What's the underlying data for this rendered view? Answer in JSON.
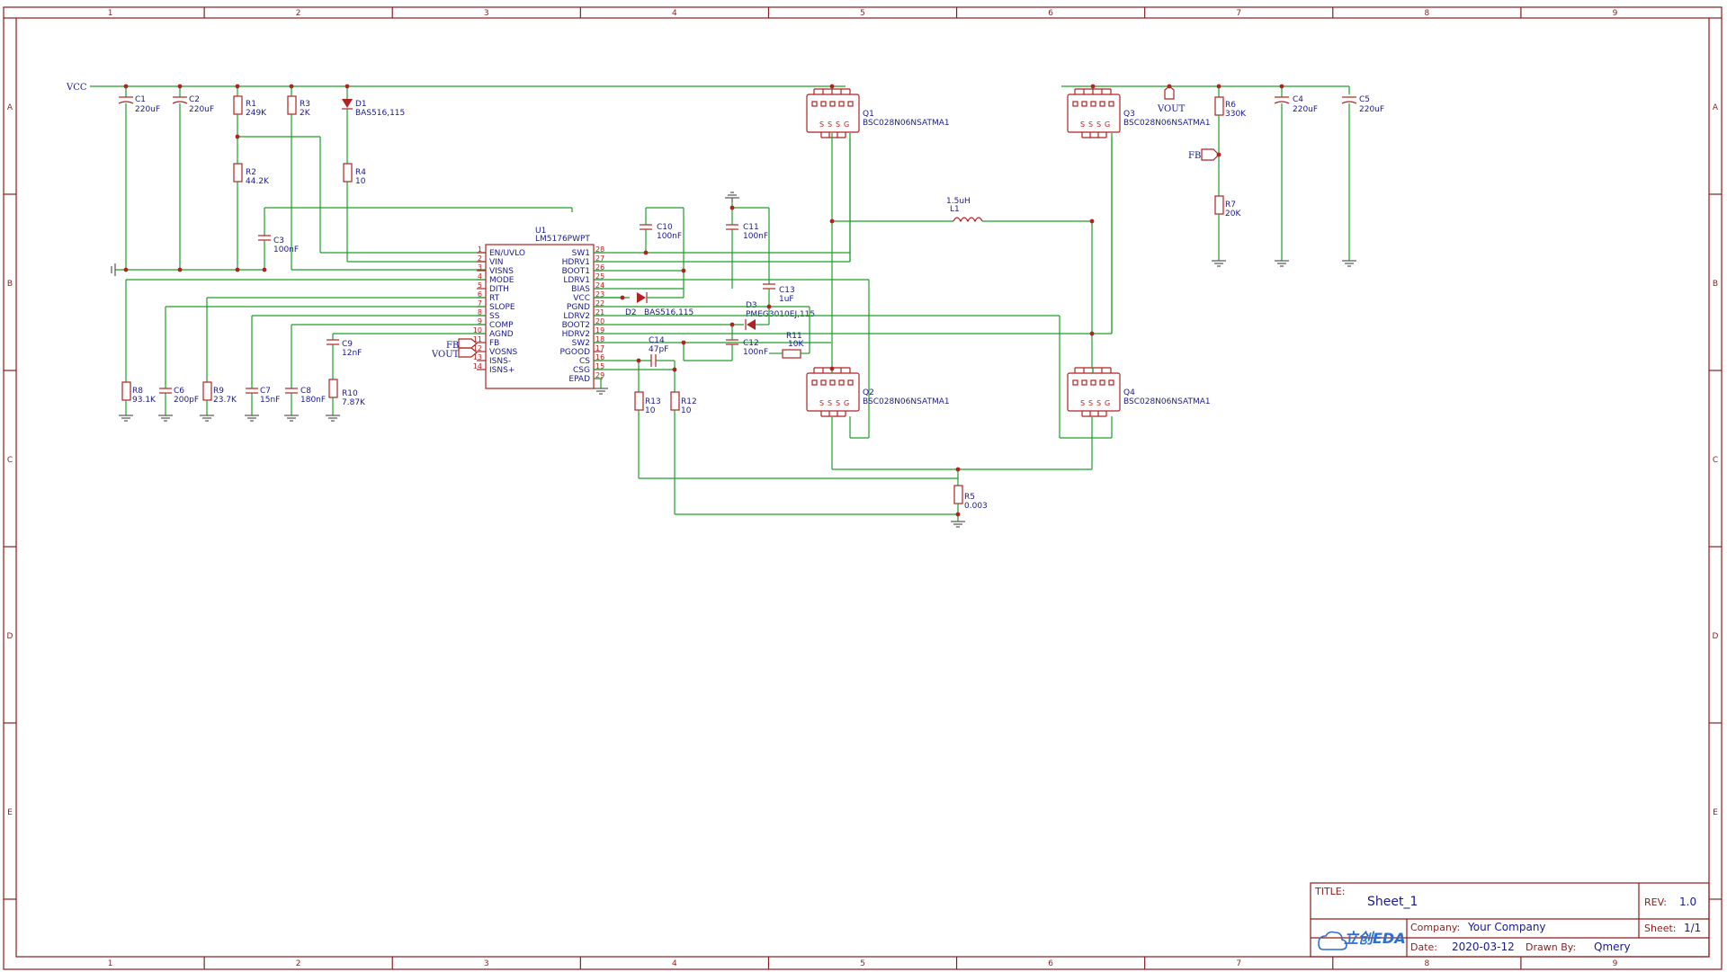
{
  "sheet": {
    "columns": [
      "1",
      "2",
      "3",
      "4",
      "5",
      "6",
      "7",
      "8",
      "9"
    ],
    "rows": [
      "A",
      "B",
      "C",
      "D",
      "E"
    ]
  },
  "title_block": {
    "title_label": "TITLE:",
    "title_value": "Sheet_1",
    "rev_label": "REV:",
    "rev_value": "1.0",
    "company_label": "Company:",
    "company_value": "Your Company",
    "sheet_label": "Sheet:",
    "sheet_value": "1/1",
    "date_label": "Date:",
    "date_value": "2020-03-12",
    "drawn_label": "Drawn By:",
    "drawn_value": "Qmery",
    "logo_text": "立创EDA"
  },
  "net_labels": {
    "vcc": "VCC",
    "vout_top": "VOUT",
    "fb_right": "FB",
    "fb_ic": "FB",
    "vout_ic": "VOUT"
  },
  "ic": {
    "ref": "U1",
    "part": "LM5176PWPT",
    "left_pins": [
      {
        "num": "1",
        "name": "EN/UVLO"
      },
      {
        "num": "2",
        "name": "VIN"
      },
      {
        "num": "3",
        "name": "VISNS"
      },
      {
        "num": "4",
        "name": "MODE"
      },
      {
        "num": "5",
        "name": "DITH"
      },
      {
        "num": "6",
        "name": "RT"
      },
      {
        "num": "7",
        "name": "SLOPE"
      },
      {
        "num": "8",
        "name": "SS"
      },
      {
        "num": "9",
        "name": "COMP"
      },
      {
        "num": "10",
        "name": "AGND"
      },
      {
        "num": "11",
        "name": "FB"
      },
      {
        "num": "12",
        "name": "VOSNS"
      },
      {
        "num": "13",
        "name": "ISNS-"
      },
      {
        "num": "14",
        "name": "ISNS+"
      }
    ],
    "right_pins": [
      {
        "num": "28",
        "name": "SW1"
      },
      {
        "num": "27",
        "name": "HDRV1"
      },
      {
        "num": "26",
        "name": "BOOT1"
      },
      {
        "num": "25",
        "name": "LDRV1"
      },
      {
        "num": "24",
        "name": "BIAS"
      },
      {
        "num": "23",
        "name": "VCC"
      },
      {
        "num": "22",
        "name": "PGND"
      },
      {
        "num": "21",
        "name": "LDRV2"
      },
      {
        "num": "20",
        "name": "BOOT2"
      },
      {
        "num": "19",
        "name": "HDRV2"
      },
      {
        "num": "18",
        "name": "SW2"
      },
      {
        "num": "17",
        "name": "PGOOD"
      },
      {
        "num": "16",
        "name": "CS"
      },
      {
        "num": "15",
        "name": "CSG"
      },
      {
        "num": "29",
        "name": "EPAD"
      }
    ]
  },
  "components": {
    "C1": {
      "ref": "C1",
      "value": "220uF"
    },
    "C2": {
      "ref": "C2",
      "value": "220uF"
    },
    "R1": {
      "ref": "R1",
      "value": "249K"
    },
    "R3": {
      "ref": "R3",
      "value": "2K"
    },
    "D1": {
      "ref": "D1",
      "value": "BAS516,115"
    },
    "R2": {
      "ref": "R2",
      "value": "44.2K"
    },
    "R4": {
      "ref": "R4",
      "value": "10"
    },
    "C3": {
      "ref": "C3",
      "value": "100nF"
    },
    "C10": {
      "ref": "C10",
      "value": "100nF"
    },
    "C11": {
      "ref": "C11",
      "value": "100nF"
    },
    "C13": {
      "ref": "C13",
      "value": "1uF"
    },
    "D2": {
      "ref": "D2",
      "value": "BAS516,115"
    },
    "D3": {
      "ref": "D3",
      "value": "PMEG3010EJ,115"
    },
    "C12": {
      "ref": "C12",
      "value": "100nF"
    },
    "R11": {
      "ref": "R11",
      "value": "10K"
    },
    "C14": {
      "ref": "C14",
      "value": "47pF"
    },
    "L1": {
      "ref": "L1",
      "value": "1.5uH"
    },
    "Q1": {
      "ref": "Q1",
      "value": "BSC028N06NSATMA1"
    },
    "Q2": {
      "ref": "Q2",
      "value": "BSC028N06NSATMA1"
    },
    "Q3": {
      "ref": "Q3",
      "value": "BSC028N06NSATMA1"
    },
    "Q4": {
      "ref": "Q4",
      "value": "BSC028N06NSATMA1"
    },
    "R6": {
      "ref": "R6",
      "value": "330K"
    },
    "R7": {
      "ref": "R7",
      "value": "20K"
    },
    "C4": {
      "ref": "C4",
      "value": "220uF"
    },
    "C5": {
      "ref": "C5",
      "value": "220uF"
    },
    "R8": {
      "ref": "R8",
      "value": "93.1K"
    },
    "C6": {
      "ref": "C6",
      "value": "200pF"
    },
    "R9": {
      "ref": "R9",
      "value": "23.7K"
    },
    "C7": {
      "ref": "C7",
      "value": "15nF"
    },
    "C8": {
      "ref": "C8",
      "value": "180nF"
    },
    "C9": {
      "ref": "C9",
      "value": "12nF"
    },
    "R10": {
      "ref": "R10",
      "value": "7.87K"
    },
    "R13": {
      "ref": "R13",
      "value": "10"
    },
    "R12": {
      "ref": "R12",
      "value": "10"
    },
    "R5": {
      "ref": "R5",
      "value": "0.003"
    }
  },
  "colors": {
    "frame": "#8a1c1c",
    "wire": "#1f9e2a",
    "part": "#b22222",
    "text": "#1a1a8c",
    "vcc_pin": "#e02020"
  }
}
